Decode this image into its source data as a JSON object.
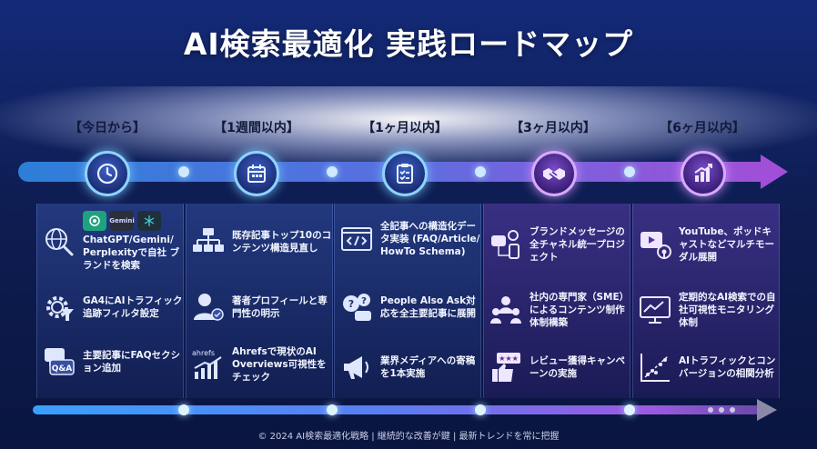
{
  "title": "AI検索最適化 実践ロードマップ",
  "phases": [
    {
      "label": "【今日から】",
      "icon": "clock-icon"
    },
    {
      "label": "【1週間以内】",
      "icon": "calendar-icon"
    },
    {
      "label": "【1ヶ月以内】",
      "icon": "checklist-icon"
    },
    {
      "label": "【3ヶ月以内】",
      "icon": "handshake-icon"
    },
    {
      "label": "【6ヶ月以内】",
      "icon": "growth-chart-icon"
    }
  ],
  "columns": [
    {
      "items": [
        {
          "icon": "globe-search-icon",
          "text": "ChatGPT/Gemini/ Perplexityで自社 ブランドを検索"
        },
        {
          "icon": "gear-filter-icon",
          "text": "GA4にAIトラフィック追跡フィルタ設定"
        },
        {
          "icon": "qa-bubble-icon",
          "text": "主要記事にFAQセクション追加",
          "badge": "Q&A"
        }
      ],
      "chips": [
        "chatgpt-logo",
        "gemini-logo",
        "perplexity-logo"
      ],
      "chip_gemini": "Gemini"
    },
    {
      "items": [
        {
          "icon": "sitemap-icon",
          "text": "既存記事トップ10のコンテンツ構造見直し"
        },
        {
          "icon": "author-profile-icon",
          "text": "著者プロフィールと専門性の明示"
        },
        {
          "icon": "ahrefs-chart-icon",
          "text": "Ahrefsで現状のAI Overviews可視性をチェック",
          "badge": "ahrefs"
        }
      ]
    },
    {
      "items": [
        {
          "icon": "code-window-icon",
          "text": "全記事への構造化データ実装 (FAQ/Article/ HowTo Schema)"
        },
        {
          "icon": "question-bubbles-icon",
          "text": "People Also Ask対応を全主要記事に展開"
        },
        {
          "icon": "megaphone-icon",
          "text": "業界メディアへの寄稿を1本実施"
        }
      ]
    },
    {
      "items": [
        {
          "icon": "channels-icon",
          "text": "ブランドメッセージの全チャネル統一プロジェクト"
        },
        {
          "icon": "experts-team-icon",
          "text": "社内の専門家（SME）によるコンテンツ制作体制構築"
        },
        {
          "icon": "review-thumbs-icon",
          "text": "レビュー獲得キャンペーンの実施"
        }
      ]
    },
    {
      "items": [
        {
          "icon": "video-podcast-icon",
          "text": "YouTube、ポッドキャストなどマルチモーダル展開"
        },
        {
          "icon": "monitor-chart-icon",
          "text": "定期的なAI検索での自社可視性モニタリング体制"
        },
        {
          "icon": "scatter-trend-icon",
          "text": "AIトラフィックとコンバージョンの相関分析"
        }
      ]
    }
  ],
  "footer": "© 2024 AI検索最適化戦略 | 継続的な改善が鍵 | 最新トレンドを常に把握",
  "colors": {
    "blue_accent": "#2c7fd8",
    "purple_accent": "#a14fd8",
    "icon_light": "#dfe7ff"
  }
}
